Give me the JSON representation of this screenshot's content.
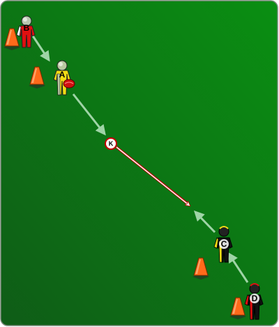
{
  "field": {
    "color_dark": "#0f5c17",
    "color_light": "#0a8f12",
    "border_color": "#7a8a7a"
  },
  "colors": {
    "cone": "#ff6a1a",
    "run_arrow": "#9fd4a6",
    "kick_arrow": "#ffffff",
    "kick_outline": "#c40000",
    "ball": "#d01010"
  },
  "players": [
    {
      "id": "B",
      "label": "B",
      "team": "red",
      "body": "#e01010",
      "stripe": "#ffffff",
      "head": "#b8c8b0"
    },
    {
      "id": "A",
      "label": "A",
      "team": "yellow",
      "body": "#f2dc14",
      "stripe": "#b8c8a0",
      "head": "#b8c8a0",
      "has_ball": true
    },
    {
      "id": "C",
      "label": "C",
      "team": "yellow-black",
      "body": "#111111",
      "stripe": "#f2dc14",
      "head": "#222222"
    },
    {
      "id": "D",
      "label": "D",
      "team": "black-red",
      "body": "#111111",
      "stripe": "#e01010",
      "head": "#222222"
    }
  ],
  "kick_marker": {
    "label": "K"
  },
  "cones": 4
}
